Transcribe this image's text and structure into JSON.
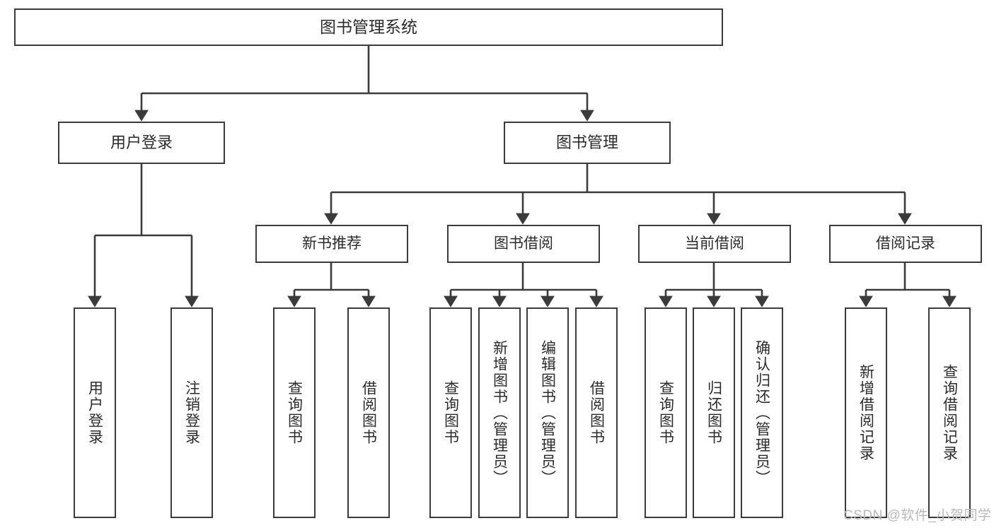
{
  "diagram": {
    "type": "tree-hierarchy-diagram",
    "title": "图书管理系统",
    "orientation": "top-down",
    "style": {
      "box_border_color": "#3b3b3b",
      "box_fill_color": "#ffffff",
      "connector_color": "#3b3b3b",
      "text_color": "#2b2b2b",
      "background_color": "#ffffff",
      "watermark_color": "#b9b9b9"
    },
    "nodes": {
      "root": {
        "label": "图书管理系统",
        "level": 1
      },
      "user_login": {
        "label": "用户登录",
        "level": 2
      },
      "book_manage": {
        "label": "图书管理",
        "level": 2
      },
      "new_book_rec": {
        "label": "新书推荐",
        "level": 3
      },
      "book_borrow": {
        "label": "图书借阅",
        "level": 3
      },
      "current_borrow": {
        "label": "当前借阅",
        "level": 3
      },
      "borrow_record": {
        "label": "借阅记录",
        "level": 3
      },
      "leaf_user_login": {
        "label": "用户登录",
        "level": 4
      },
      "leaf_logout_login": {
        "label": "注销登录",
        "level": 4
      },
      "leaf_query_book_rec": {
        "label": "查询图书",
        "level": 4
      },
      "leaf_borrow_book_rec": {
        "label": "借阅图书",
        "level": 4
      },
      "leaf_query_book_borrow": {
        "label": "查询图书",
        "level": 4
      },
      "leaf_add_book_admin": {
        "label": "新增图书（管理员）",
        "level": 4
      },
      "leaf_edit_book_admin": {
        "label": "编辑图书（管理员）",
        "level": 4
      },
      "leaf_borrow_book_borrow": {
        "label": "借阅图书",
        "level": 4
      },
      "leaf_query_book_current": {
        "label": "查询图书",
        "level": 4
      },
      "leaf_return_book": {
        "label": "归还图书",
        "level": 4
      },
      "leaf_confirm_return_admin": {
        "label": "确认归还（管理员）",
        "level": 4
      },
      "leaf_add_borrow_record": {
        "label": "新增借阅记录",
        "level": 4
      },
      "leaf_query_borrow_record": {
        "label": "查询借阅记录",
        "level": 4
      }
    },
    "edges": [
      {
        "from": "root",
        "to": "user_login"
      },
      {
        "from": "root",
        "to": "book_manage"
      },
      {
        "from": "user_login",
        "to": "leaf_user_login"
      },
      {
        "from": "user_login",
        "to": "leaf_logout_login"
      },
      {
        "from": "book_manage",
        "to": "new_book_rec"
      },
      {
        "from": "book_manage",
        "to": "book_borrow"
      },
      {
        "from": "book_manage",
        "to": "current_borrow"
      },
      {
        "from": "book_manage",
        "to": "borrow_record"
      },
      {
        "from": "new_book_rec",
        "to": "leaf_query_book_rec"
      },
      {
        "from": "new_book_rec",
        "to": "leaf_borrow_book_rec"
      },
      {
        "from": "book_borrow",
        "to": "leaf_query_book_borrow"
      },
      {
        "from": "book_borrow",
        "to": "leaf_add_book_admin"
      },
      {
        "from": "book_borrow",
        "to": "leaf_edit_book_admin"
      },
      {
        "from": "book_borrow",
        "to": "leaf_borrow_book_borrow"
      },
      {
        "from": "current_borrow",
        "to": "leaf_query_book_current"
      },
      {
        "from": "current_borrow",
        "to": "leaf_return_book"
      },
      {
        "from": "current_borrow",
        "to": "leaf_confirm_return_admin"
      },
      {
        "from": "borrow_record",
        "to": "leaf_add_borrow_record"
      },
      {
        "from": "borrow_record",
        "to": "leaf_query_borrow_record"
      }
    ]
  },
  "watermark": {
    "text": "CSDN @软件_小贺同学"
  }
}
